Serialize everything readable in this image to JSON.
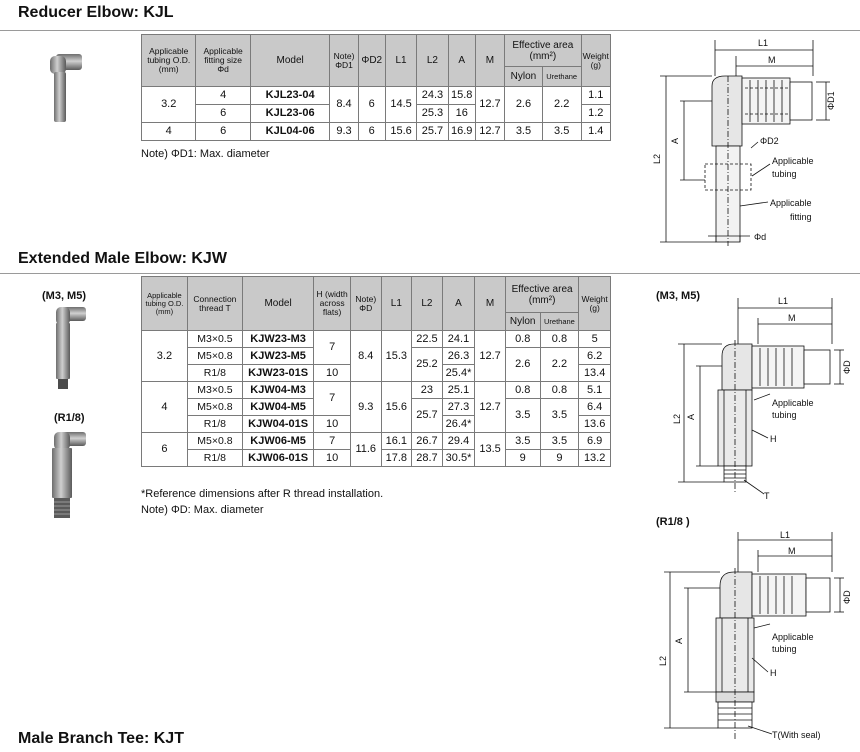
{
  "kjl": {
    "title": "Reducer Elbow: KJL",
    "headers": {
      "tubing": "Applicable tubing O.D. (mm)",
      "fitting": "Applicable fitting size Φd",
      "model": "Model",
      "d1": "Note) ΦD1",
      "d2": "ΦD2",
      "l1": "L1",
      "l2": "L2",
      "a": "A",
      "m": "M",
      "eff": "Effective area (mm²)",
      "nylon": "Nylon",
      "urethane": "Urethane",
      "weight": "Weight (g)"
    },
    "rows": [
      {
        "tubing": "3.2",
        "fitting": "4",
        "model": "KJL23-04",
        "d1": "8.4",
        "d2": "6",
        "l1": "14.5",
        "l2": "24.3",
        "a": "15.8",
        "m": "12.7",
        "nylon": "2.6",
        "urethane": "2.2",
        "weight": "1.1"
      },
      {
        "fitting": "6",
        "model": "KJL23-06",
        "l2": "25.3",
        "a": "16",
        "weight": "1.2"
      },
      {
        "tubing": "4",
        "fitting": "6",
        "model": "KJL04-06",
        "d1": "9.3",
        "d2": "6",
        "l1": "15.6",
        "l2": "25.7",
        "a": "16.9",
        "m": "12.7",
        "nylon": "3.5",
        "urethane": "3.5",
        "weight": "1.4"
      }
    ],
    "note": "Note) ΦD1: Max. diameter",
    "diagram": {
      "l1": "L1",
      "m": "M",
      "d1": "ΦD1",
      "d2": "ΦD2",
      "a": "A",
      "l2": "L2",
      "d": "Φd",
      "tubing": [
        "Applicable",
        "tubing"
      ],
      "fitting": [
        "Applicable",
        "fitting"
      ]
    }
  },
  "kjw": {
    "title": "Extended Male Elbow: KJW",
    "label_m": "(M3, M5)",
    "label_r": "(R1/8)",
    "headers": {
      "tubing": "Applicable tubing O.D. (mm)",
      "thread": "Connection thread T",
      "model": "Model",
      "h": "H (width across flats)",
      "d": "Note) ΦD",
      "l1": "L1",
      "l2": "L2",
      "a": "A",
      "m": "M",
      "eff": "Effective area (mm²)",
      "nylon": "Nylon",
      "urethane": "Urethane",
      "weight": "Weight (g)"
    },
    "rows": [
      {
        "thread": "M3×0.5",
        "model": "KJW23-M3",
        "l2": "22.5",
        "a": "24.1",
        "nylon": "0.8",
        "urethane": "0.8",
        "weight": "5"
      },
      {
        "thread": "M5×0.8",
        "model": "KJW23-M5",
        "a": "26.3",
        "weight": "6.2"
      },
      {
        "thread": "R1/8",
        "model": "KJW23-01S",
        "a": "25.4*",
        "weight": "13.4"
      },
      {
        "thread": "M3×0.5",
        "model": "KJW04-M3",
        "l2": "23",
        "a": "25.1",
        "nylon": "0.8",
        "urethane": "0.8",
        "weight": "5.1"
      },
      {
        "thread": "M5×0.8",
        "model": "KJW04-M5",
        "a": "27.3",
        "weight": "6.4"
      },
      {
        "thread": "R1/8",
        "model": "KJW04-01S",
        "a": "26.4*",
        "weight": "13.6"
      },
      {
        "thread": "M5×0.8",
        "model": "KJW06-M5",
        "h": "7",
        "l1": "16.1",
        "l2": "26.7",
        "a": "29.4",
        "nylon": "3.5",
        "urethane": "3.5",
        "weight": "6.9"
      },
      {
        "thread": "R1/8",
        "model": "KJW06-01S",
        "h": "10",
        "l1": "17.8",
        "l2": "28.7",
        "a": "30.5*",
        "nylon": "9",
        "urethane": "9",
        "weight": "13.2"
      }
    ],
    "groups": {
      "g1": {
        "tubing": "3.2",
        "h_m": "7",
        "h_r": "10",
        "d": "8.4",
        "l1": "15.3",
        "l2_lower": "25.2",
        "m": "12.7",
        "nylon_lower": "2.6",
        "urethane_lower": "2.2"
      },
      "g2": {
        "tubing": "4",
        "h_m": "7",
        "h_r": "10",
        "d": "9.3",
        "l1": "15.6",
        "l2_lower": "25.7",
        "m": "12.7",
        "nylon_lower": "3.5",
        "urethane_lower": "3.5"
      },
      "g3": {
        "tubing": "6",
        "d": "11.6",
        "m": "13.5"
      }
    },
    "note1": "*Reference dimensions after R thread installation.",
    "note2": "Note) ΦD: Max. diameter",
    "diagram_m": {
      "title": "(M3, M5)",
      "l1": "L1",
      "m": "M",
      "d": "ΦD",
      "a": "A",
      "l2": "L2",
      "h": "H",
      "t": "T",
      "tubing": [
        "Applicable",
        "tubing"
      ]
    },
    "diagram_r": {
      "title": "(R1/8 )",
      "l1": "L1",
      "m": "M",
      "d": "ΦD",
      "a": "A",
      "l2": "L2",
      "h": "H",
      "t": "T(With seal)",
      "tubing": [
        "Applicable",
        "tubing"
      ]
    }
  },
  "kjt": {
    "title": "Male Branch Tee: KJT"
  }
}
